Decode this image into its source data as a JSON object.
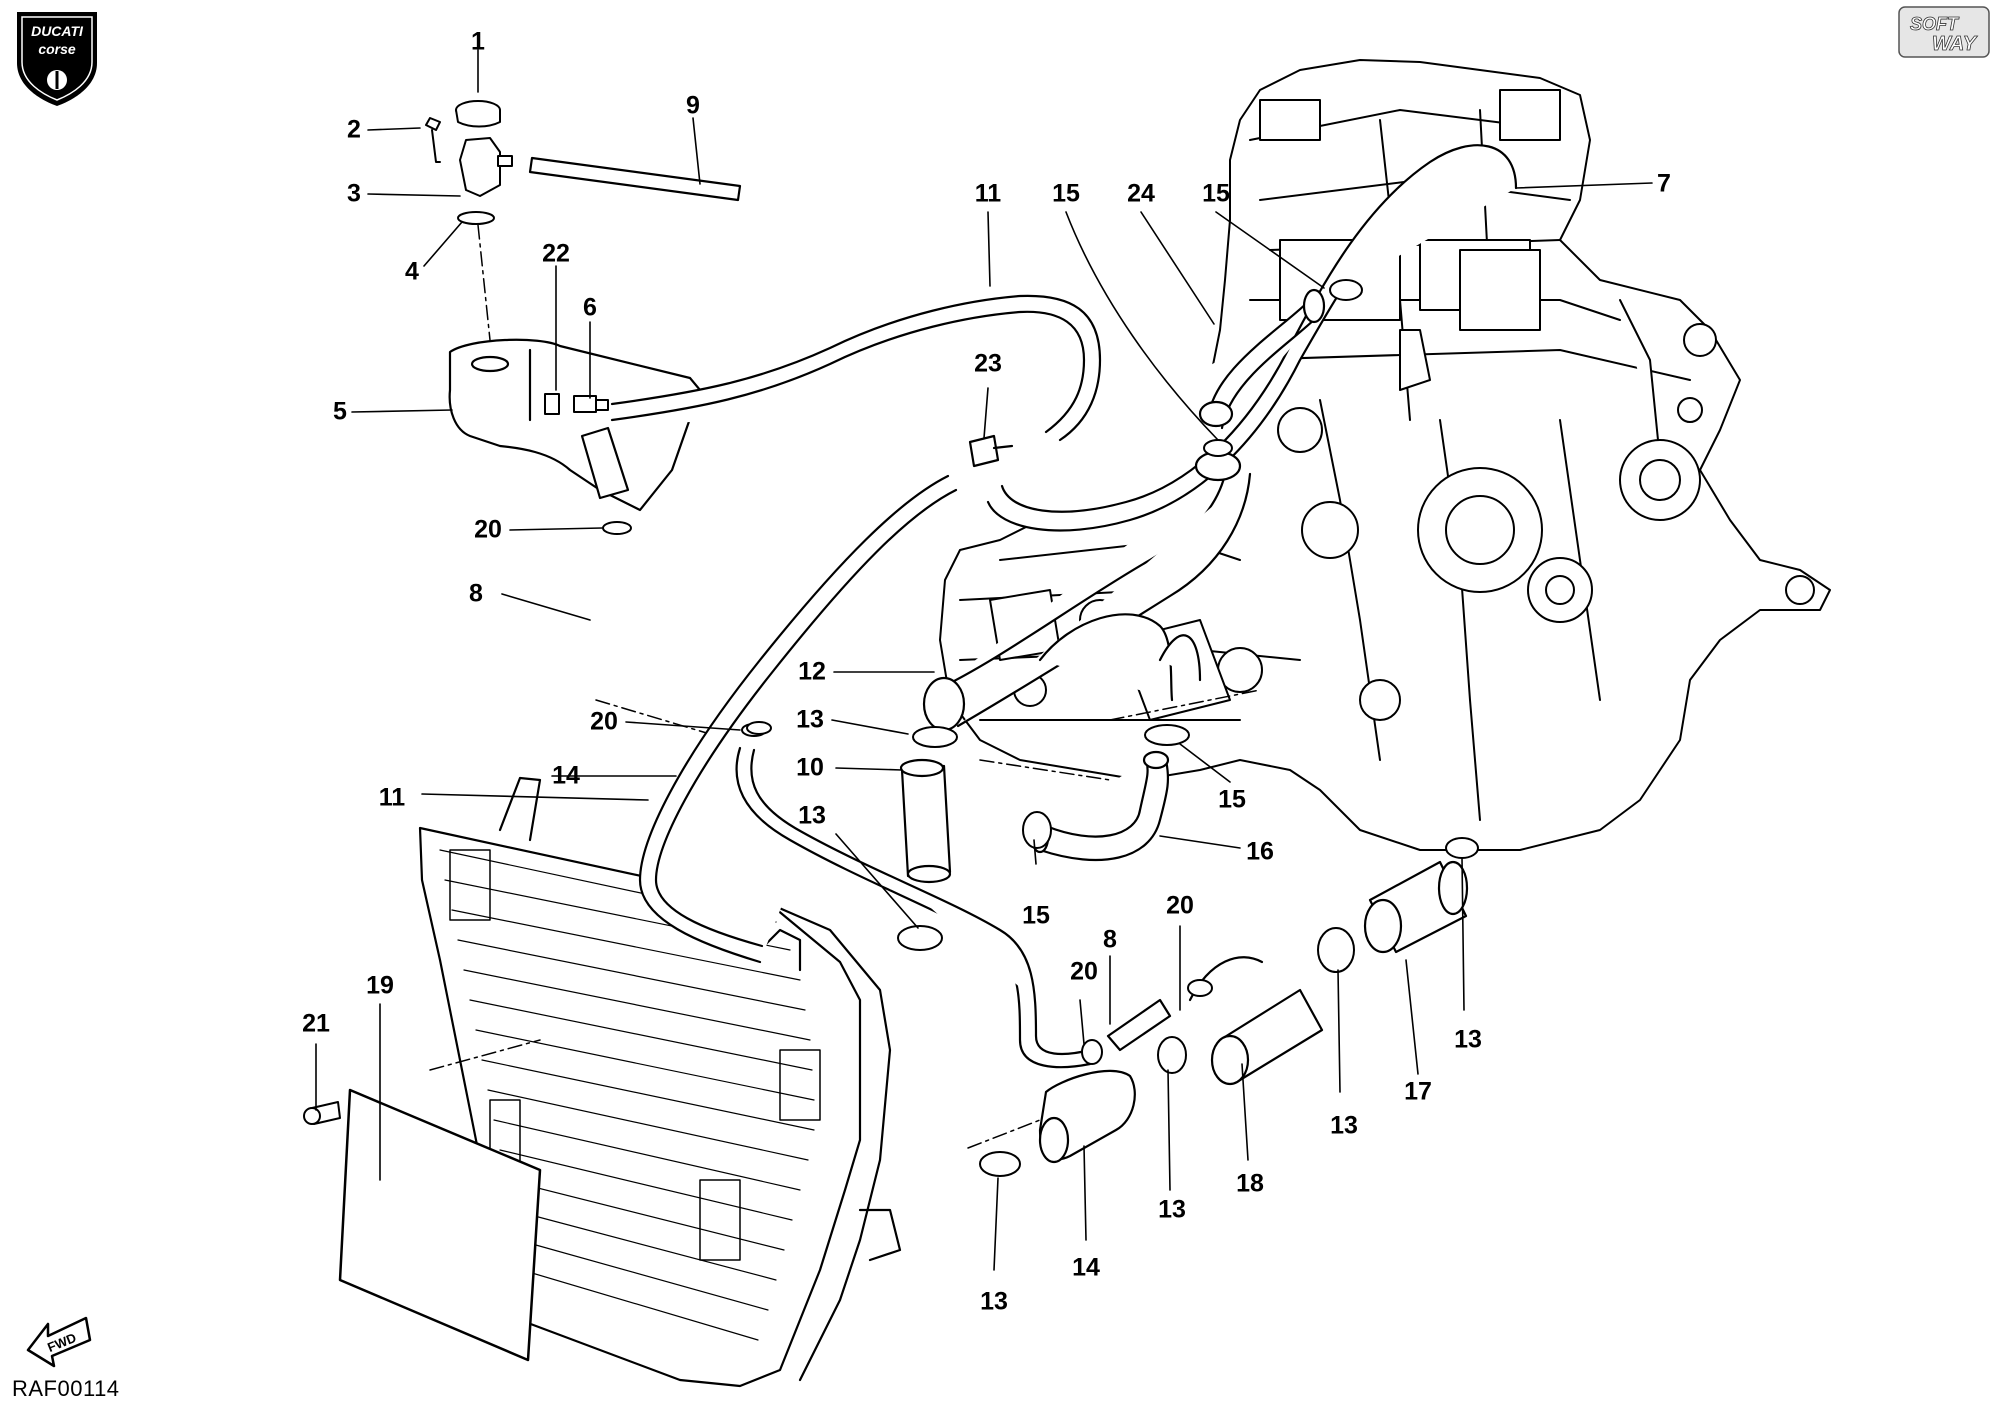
{
  "document": {
    "code": "RAF00114",
    "brand": "DUCATI corse",
    "publisher_logo": "SOFT WAY",
    "direction_marker": "FWD"
  },
  "callouts": [
    {
      "id": "c1",
      "label": "1"
    },
    {
      "id": "c2",
      "label": "2"
    },
    {
      "id": "c3",
      "label": "3"
    },
    {
      "id": "c4",
      "label": "4"
    },
    {
      "id": "c5",
      "label": "5"
    },
    {
      "id": "c6",
      "label": "6"
    },
    {
      "id": "c22",
      "label": "22"
    },
    {
      "id": "c9",
      "label": "9"
    },
    {
      "id": "c11a",
      "label": "11"
    },
    {
      "id": "c15a",
      "label": "15"
    },
    {
      "id": "c24",
      "label": "24"
    },
    {
      "id": "c15b",
      "label": "15"
    },
    {
      "id": "c7",
      "label": "7"
    },
    {
      "id": "c23",
      "label": "23"
    },
    {
      "id": "c20a",
      "label": "20"
    },
    {
      "id": "c8a",
      "label": "8"
    },
    {
      "id": "c12",
      "label": "12"
    },
    {
      "id": "c13a",
      "label": "13"
    },
    {
      "id": "c20b",
      "label": "20"
    },
    {
      "id": "c10",
      "label": "10"
    },
    {
      "id": "c14a",
      "label": "14"
    },
    {
      "id": "c11b",
      "label": "11"
    },
    {
      "id": "c13b",
      "label": "13"
    },
    {
      "id": "c15c",
      "label": "15"
    },
    {
      "id": "c16",
      "label": "16"
    },
    {
      "id": "c15d",
      "label": "15"
    },
    {
      "id": "c8b",
      "label": "8"
    },
    {
      "id": "c20c",
      "label": "20"
    },
    {
      "id": "c20d",
      "label": "20"
    },
    {
      "id": "c19",
      "label": "19"
    },
    {
      "id": "c21",
      "label": "21"
    },
    {
      "id": "c13c",
      "label": "13"
    },
    {
      "id": "c17",
      "label": "17"
    },
    {
      "id": "c13d",
      "label": "13"
    },
    {
      "id": "c18",
      "label": "18"
    },
    {
      "id": "c13e",
      "label": "13"
    },
    {
      "id": "c14b",
      "label": "14"
    },
    {
      "id": "c13f",
      "label": "13"
    }
  ]
}
